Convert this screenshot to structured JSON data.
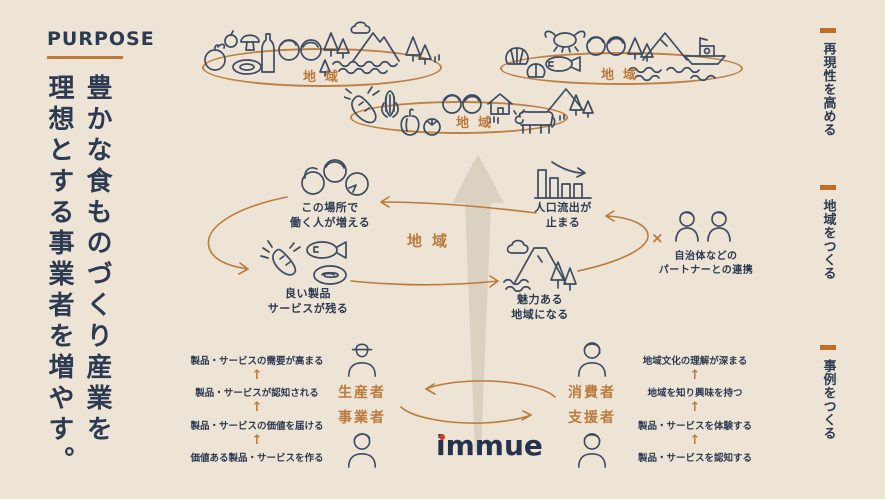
{
  "colors": {
    "background": "#EDE4D5",
    "navy_text": "#2C3B52",
    "orange_accent": "#BC7B3C",
    "side_dash_orange": "#C06F2B",
    "big_arrow_fill": "#DAD1C1",
    "logo_navy": "#25334C",
    "logo_dot_red": "#D2392B"
  },
  "purpose": {
    "label": "PURPOSE",
    "statement_col1": "豊かな食ものづくり産業を",
    "statement_col2": "理想とする事業者を増やす。"
  },
  "side_labels": {
    "top": "再現性を高める",
    "middle": "地域をつくる",
    "bottom": "事例をつくる"
  },
  "regions": {
    "label": "地域",
    "left_icons": [
      "apple",
      "berry",
      "mushroom",
      "steak",
      "bottle",
      "faces",
      "pine-trees",
      "cloud",
      "mountain",
      "waves"
    ],
    "center_icons": [
      "carrot",
      "corn",
      "bell-pepper",
      "tomato",
      "faces",
      "house",
      "grass",
      "cow",
      "mountain",
      "pine-trees"
    ],
    "right_icons": [
      "scallop-shells",
      "crab",
      "fish",
      "faces",
      "pine-trees",
      "mountain",
      "boat",
      "waves"
    ]
  },
  "cycle": {
    "center_label": "地域",
    "work_node": {
      "icon": "three-people",
      "line1": "この場所で",
      "line2": "働く人が増える"
    },
    "population_node": {
      "icon": "bar-chart-decline",
      "line1": "人口流出が",
      "line2": "止まる"
    },
    "products_node": {
      "icon": "carrot-fish-meat",
      "line1": "良い製品",
      "line2": "サービスが残る"
    },
    "attractive_node": {
      "icon": "mountain-trees-waves",
      "line1": "魅力ある",
      "line2": "地域になる"
    },
    "partner_node": {
      "times": "×",
      "icon": "two-people",
      "line1": "自治体などの",
      "line2": "パートナーとの連携"
    }
  },
  "bottom": {
    "left_chain": [
      "製品・サービスの需要が高まる",
      "製品・サービスが認知される",
      "製品・サービスの価値を届ける",
      "価値ある製品・サービスを作る"
    ],
    "right_chain": [
      "地域文化の理解が深まる",
      "地域を知り興味を持つ",
      "製品・サービスを体験する",
      "製品・サービスを認知する"
    ],
    "chain_arrow": "↑",
    "producer_top": "生産者",
    "producer_bottom": "事業者",
    "consumer_top": "消費者",
    "consumer_bottom": "支援者",
    "logo": "immue"
  }
}
